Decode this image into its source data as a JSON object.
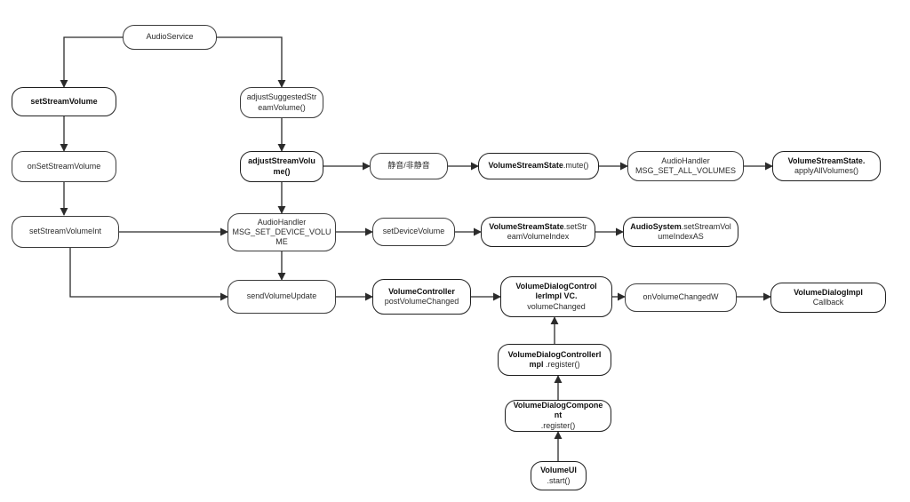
{
  "diagram": {
    "nodes": {
      "audio_service": {
        "line1": "AudioService"
      },
      "set_stream_volume": {
        "bold": "setStreamVolume"
      },
      "adjust_suggested": {
        "line1": "adjustSuggestedStr",
        "line2": "eamVolume()"
      },
      "on_set_stream_volume": {
        "line1": "onSetStreamVolume"
      },
      "adjust_stream_volume": {
        "bold1": "adjustStreamVolu",
        "bold2": "me()"
      },
      "mute_toggle": {
        "line1": "静音/非静音"
      },
      "vss_mute": {
        "bold": "VolumeStreamState",
        "line1": ".mute()"
      },
      "handler_all": {
        "line1": "AudioHandler",
        "line2": "MSG_SET_ALL_VOLUMES"
      },
      "vss_apply": {
        "bold": "VolumeStreamState.",
        "line1": "applyAllVolumes()"
      },
      "set_stream_volume_int": {
        "line1": "setStreamVolumeInt"
      },
      "handler_device": {
        "line1": "AudioHandler",
        "line2": "MSG_SET_DEVICE_VOLU",
        "line3": "ME"
      },
      "set_device_volume": {
        "line1": "setDeviceVolume"
      },
      "vss_set_index": {
        "bold": "VolumeStreamState",
        "line1": ".setStr",
        "line2": "eamVolumeIndex"
      },
      "audio_system": {
        "bold": "AudioSystem",
        "line1": ".setStreamVol",
        "line2": "umeIndexAS"
      },
      "send_volume_update": {
        "line1": "sendVolumeUpdate"
      },
      "volume_controller": {
        "bold": "VolumeController",
        "line1": "postVolumeChanged"
      },
      "vdci_vc": {
        "bold1": "VolumeDialogControl",
        "bold2": "lerImpl VC.",
        "line1": "volumeChanged"
      },
      "on_volume_changed_w": {
        "line1": "onVolumeChangedW"
      },
      "vdi_callback": {
        "bold": "VolumeDialogImpl",
        "line1": "Callback"
      },
      "vdci_register": {
        "bold1": "VolumeDialogControllerI",
        "bold2": "mpl",
        "line1": " .register()"
      },
      "vd_component": {
        "bold1": "VolumeDialogCompone",
        "bold2": "nt",
        "line1": ".register()"
      },
      "volume_ui": {
        "bold": "VolumeUI",
        "line1": ".start()"
      }
    }
  }
}
